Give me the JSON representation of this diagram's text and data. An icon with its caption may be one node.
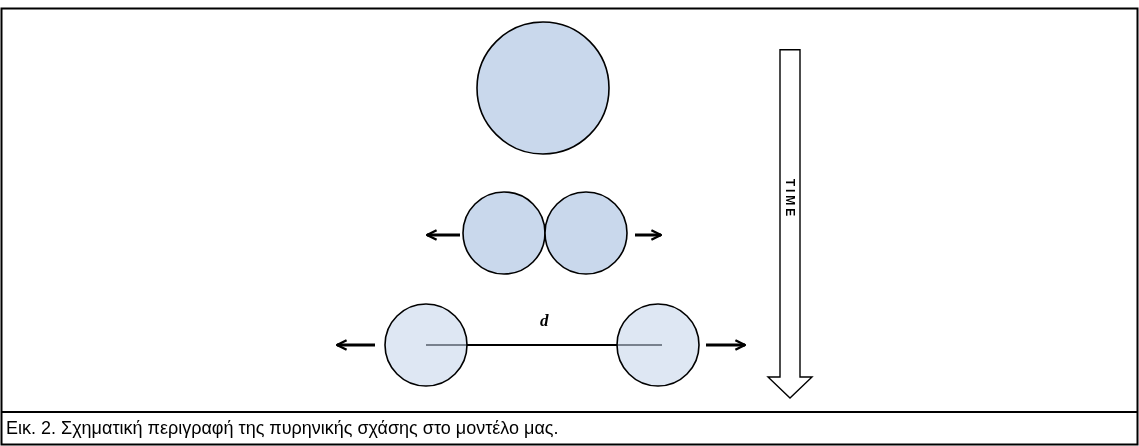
{
  "diagram": {
    "caption": "Εικ. 2. Σχηματική περιγραφή της πυρηνικής σχάσης στο μοντέλο μας.",
    "nodes": [
      {
        "text": [],
        "shape": "circle"
      },
      {
        "text": [],
        "shape": "circle"
      },
      {
        "text": [],
        "shape": "circle"
      },
      {
        "text": [],
        "shape": "circle"
      },
      {
        "text": [],
        "shape": "circle"
      },
      {
        "text": [
          "TIME"
        ]
      }
    ],
    "labels": [
      "d"
    ]
  }
}
